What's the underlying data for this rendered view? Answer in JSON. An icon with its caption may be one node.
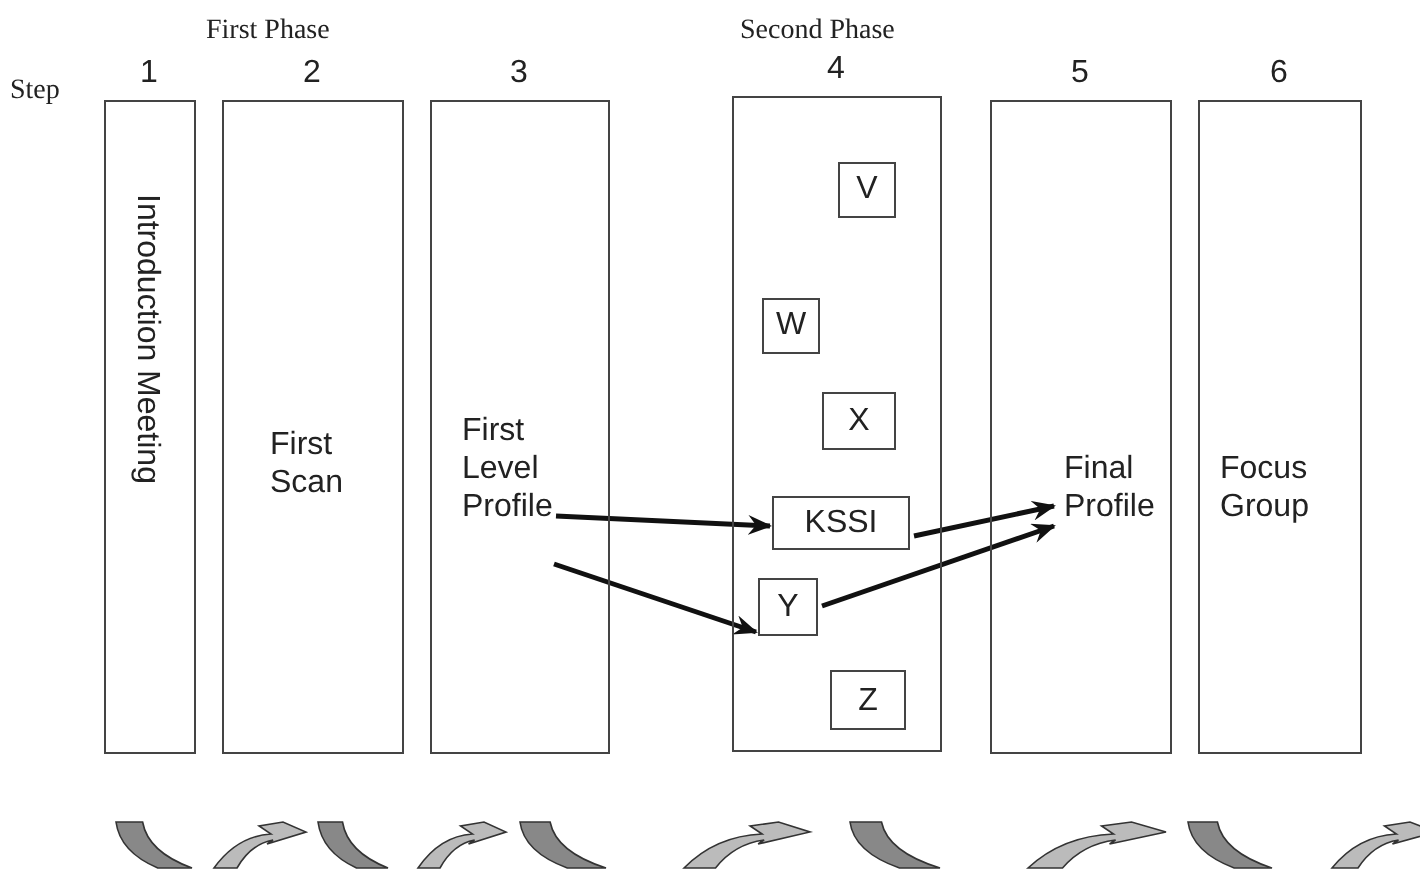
{
  "diagram": {
    "nodes": [
      {
        "text": [
          "Introduction Meeting"
        ],
        "beside": [
          "1"
        ]
      },
      {
        "text": [
          "First Scan"
        ],
        "beside": [
          "2"
        ]
      },
      {
        "text": [
          "First Level Profile"
        ],
        "beside": [
          "3"
        ]
      },
      {
        "text": [],
        "shape": "box",
        "beside": [
          "4"
        ]
      },
      {
        "text": [
          "V"
        ],
        "in": 3
      },
      {
        "text": [
          "W"
        ],
        "in": 3
      },
      {
        "text": [
          "X"
        ],
        "in": 3
      },
      {
        "text": [
          "KSSI"
        ],
        "in": 3
      },
      {
        "text": [
          "Y"
        ],
        "in": 3
      },
      {
        "text": [
          "Z"
        ],
        "in": 3
      },
      {
        "text": [
          "Final Profile"
        ],
        "beside": [
          "5"
        ]
      },
      {
        "text": [
          "Focus Group"
        ],
        "beside": [
          "6"
        ]
      }
    ],
    "edges": [
      {
        "from": 2,
        "to": 7,
        "arrow": "to"
      },
      {
        "from": 2,
        "to": 8,
        "arrow": "to"
      },
      {
        "from": 7,
        "to": 10,
        "arrow": "to"
      },
      {
        "from": 8,
        "to": 10,
        "arrow": "to"
      }
    ],
    "labels": [
      "First Phase",
      "Second Phase",
      "Step"
    ]
  }
}
